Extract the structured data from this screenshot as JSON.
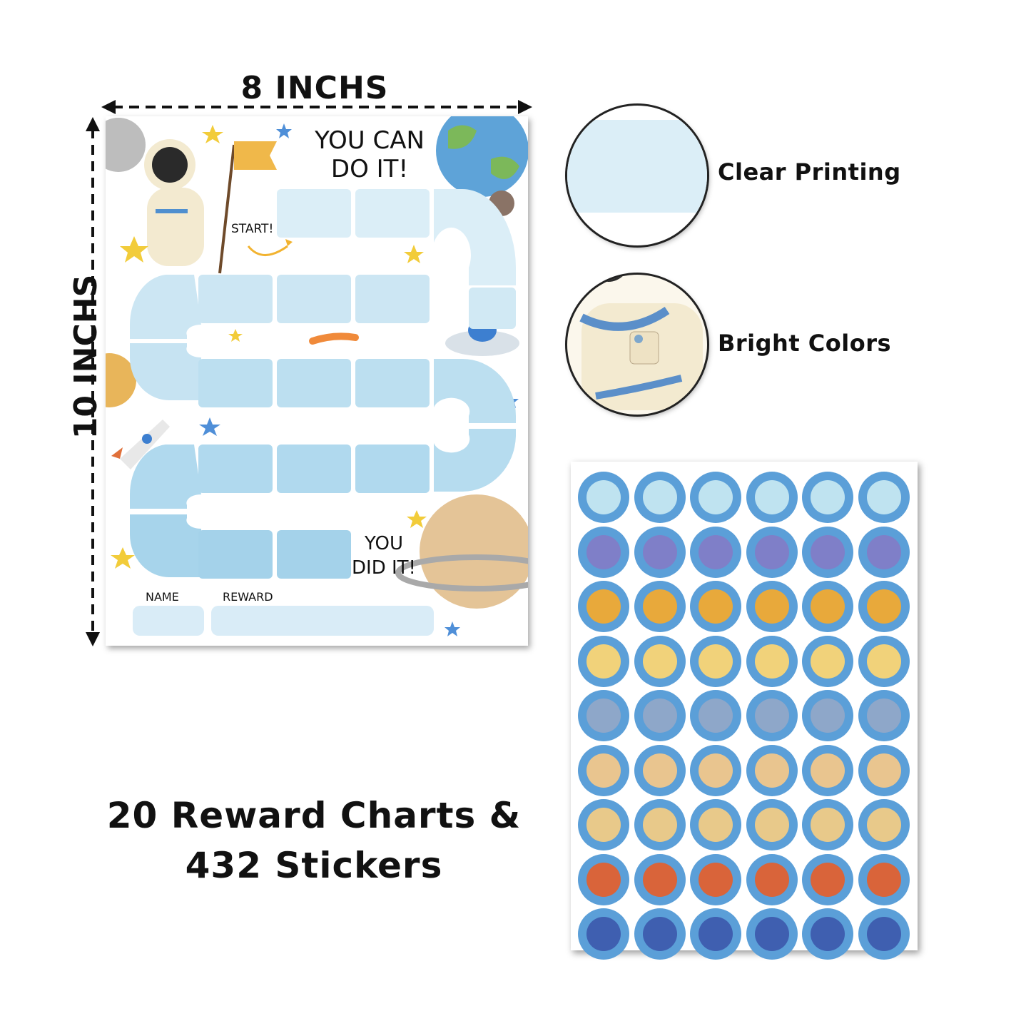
{
  "dimensions": {
    "width_label": "8 INCHS",
    "height_label": "10 INCHS"
  },
  "chart": {
    "top_message": [
      "YOU CAN",
      "DO IT!"
    ],
    "start_label": "START!",
    "end_message": [
      "YOU",
      "DID IT!"
    ],
    "name_label": "NAME",
    "reward_label": "REWARD"
  },
  "features": [
    {
      "label": "Clear Printing"
    },
    {
      "label": "Bright Colors"
    }
  ],
  "headline": [
    "20 Reward Charts &",
    "432 Stickers"
  ],
  "stickers": {
    "columns": 6,
    "ring_color": "#5b9fd8",
    "rows": [
      "#bfe3f0",
      "#7f7fc8",
      "#e8a93b",
      "#f1d27a",
      "#8ea7c9",
      "#e9c58f",
      "#e8c98a",
      "#d9643a",
      "#3f5fb0"
    ]
  }
}
